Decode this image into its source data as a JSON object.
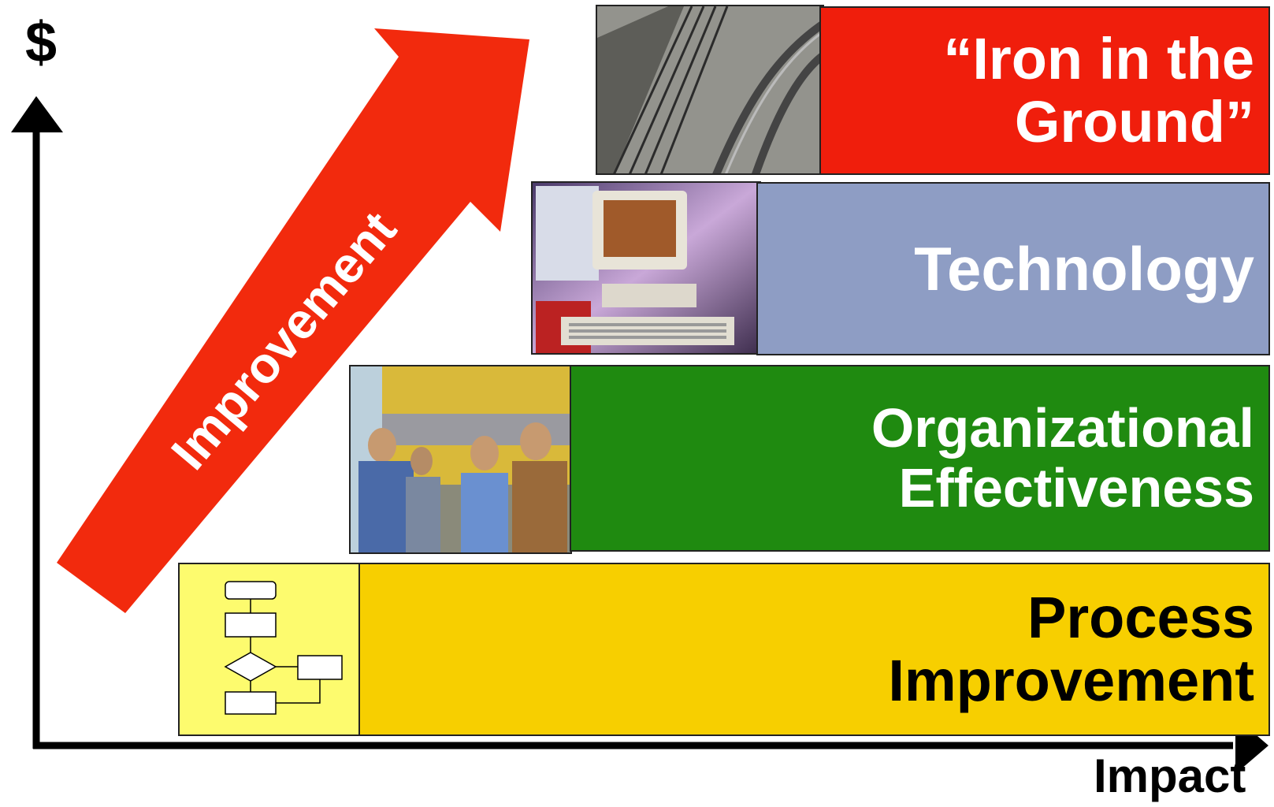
{
  "axes": {
    "y_label": "$",
    "x_label": "Impact"
  },
  "arrow": {
    "label": "Improvement",
    "color": "#f22a0d"
  },
  "steps": [
    {
      "id": "iron",
      "label_line1": "“Iron in the",
      "label_line2": "Ground”",
      "color": "#f01e0c",
      "text_color": "#ffffff",
      "image": "rail-track-photo"
    },
    {
      "id": "tech",
      "label_line1": "Technology",
      "color": "#8e9dc4",
      "text_color": "#ffffff",
      "image": "computer-photo"
    },
    {
      "id": "org",
      "label_line1": "Organizational",
      "label_line2": "Effectiveness",
      "color": "#1f8a10",
      "text_color": "#ffffff",
      "image": "railroad-crew-photo"
    },
    {
      "id": "proc",
      "label_line1": "Process",
      "label_line2": "Improvement",
      "color": "#f7cf00",
      "text_color": "#000000",
      "image": "flowchart-icon"
    }
  ]
}
